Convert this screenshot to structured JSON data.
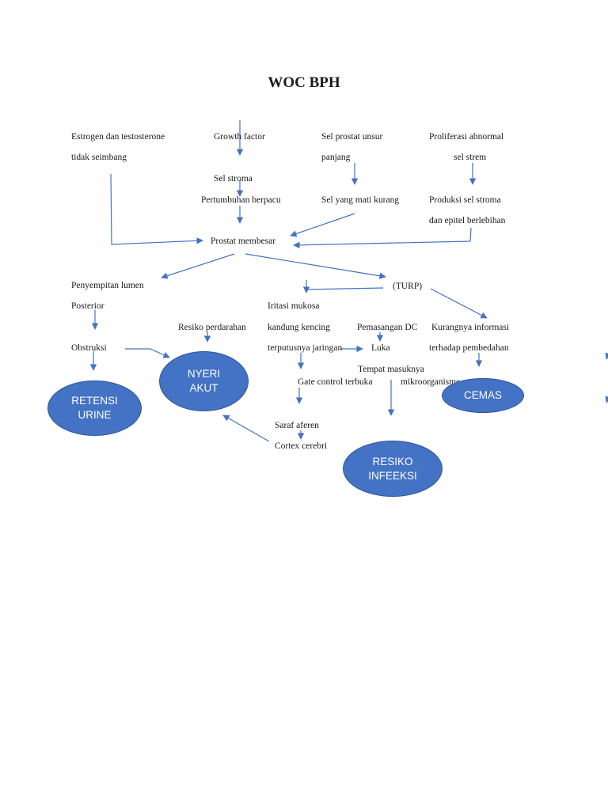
{
  "title": "WOC BPH",
  "labels": {
    "estrogen_1": "Estrogen dan testosterone",
    "estrogen_2": "tidak seimbang",
    "growth_factor": "Growth factor",
    "sel_prostat_1": "Sel prostat unsur",
    "sel_prostat_2": "panjang",
    "proliferasi_1": "Proliferasi abnormal",
    "proliferasi_2": "sel strem",
    "sel_stroma": "Sel stroma",
    "pertumbuhan": "Pertumbuhan berpacu",
    "sel_mati": "Sel yang mati kurang",
    "produksi_1": "Produksi sel stroma",
    "produksi_2": "dan epitel berlebihan",
    "prostat_membesar": "Prostat membesar",
    "penyempitan": "Penyempitan lumen",
    "posterior": "Posterior",
    "turp": "(TURP)",
    "iritasi": "Iritasi mukosa",
    "resiko_perdarahan": "Resiko perdarahan",
    "kandung_kencing": "kandung kencing",
    "pemasangan_dc": "Pemasangan DC",
    "kurangnya_1": "Kurangnya informasi",
    "obstruksi": "Obstruksi",
    "terputusnya": "terputusnya jaringan",
    "luka": "Luka",
    "kurangnya_2": "terhadap pembedahan",
    "tempat_masuknya": "Tempat masuknya",
    "gate_control": "Gate control terbuka",
    "mikroorganisme": "mikroorganisme",
    "saraf_aferen": "Saraf aferen",
    "cortex_cerebri": "Cortex cerebri"
  },
  "outcomes": {
    "nyeri_akut": "NYERI\nAKUT",
    "retensi_urine": "RETENSI\nURINE",
    "cemas": "CEMAS",
    "resiko_infeksi": "RESIKO\nINFEEKSI"
  },
  "colors": {
    "ellipse_fill": "#4472c4",
    "ellipse_border": "#2f5597",
    "arrow": "#4472c4"
  }
}
